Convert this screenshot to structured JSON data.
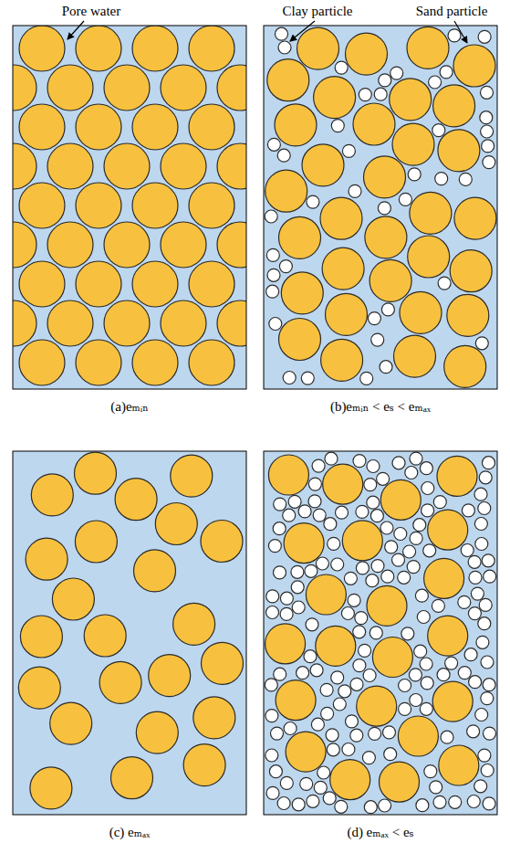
{
  "diagram": {
    "labels": [
      "Pore water",
      "Clay particle",
      "Sand particle",
      "(a)eₘᵢₙ",
      "(b)eₘᵢₙ < eₛ < eₘₐₓ",
      "(c) eₘₐₓ",
      "(d) eₘₐₓ < eₛ"
    ]
  }
}
